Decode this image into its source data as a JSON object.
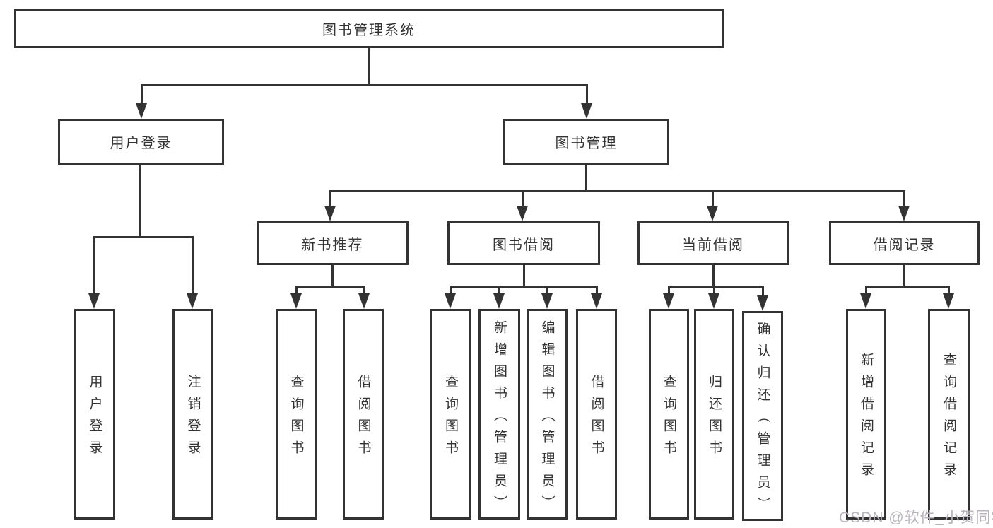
{
  "diagram": {
    "root": {
      "label": "图书管理系统"
    },
    "branches": [
      {
        "label": "用户登录",
        "children": [
          {
            "label": "用户登录"
          },
          {
            "label": "注销登录"
          }
        ]
      },
      {
        "label": "图书管理",
        "children": [
          {
            "label": "新书推荐",
            "children": [
              {
                "label": "查询图书"
              },
              {
                "label": "借阅图书"
              }
            ]
          },
          {
            "label": "图书借阅",
            "children": [
              {
                "label": "查询图书"
              },
              {
                "label": "新增图书（管理员）"
              },
              {
                "label": "编辑图书（管理员）"
              },
              {
                "label": "借阅图书"
              }
            ]
          },
          {
            "label": "当前借阅",
            "children": [
              {
                "label": "查询图书"
              },
              {
                "label": "归还图书"
              },
              {
                "label": "确认归还（管理员）"
              }
            ]
          },
          {
            "label": "借阅记录",
            "children": [
              {
                "label": "新增借阅记录"
              },
              {
                "label": "查询借阅记录"
              }
            ]
          }
        ]
      }
    ]
  },
  "watermark": {
    "text": "CSDN @软件_小贺同学"
  },
  "colors": {
    "line": "#333333",
    "box_fill": "#ffffff",
    "text": "#333333",
    "watermark": "#b9b4bc",
    "background": "#ffffff"
  }
}
